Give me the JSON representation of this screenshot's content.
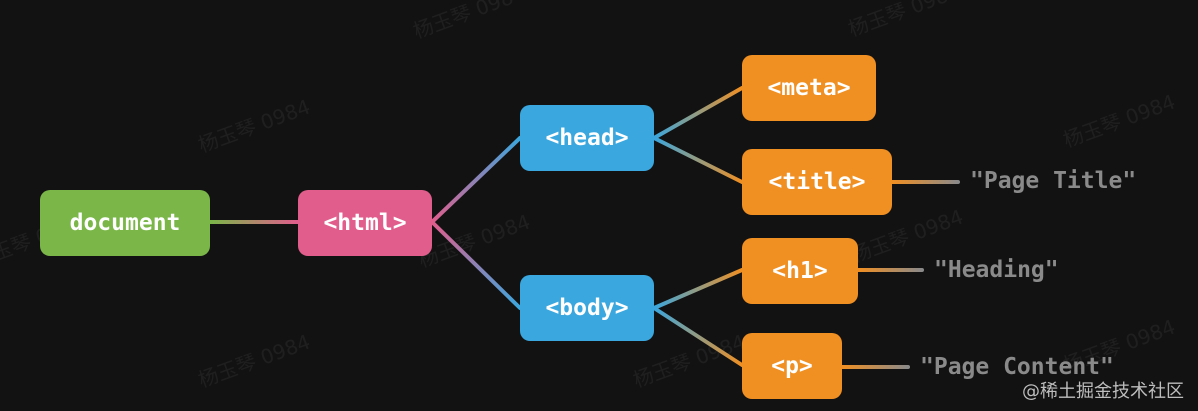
{
  "colors": {
    "background": "#121212",
    "document": "#7ab648",
    "html": "#e05d8c",
    "section": "#3aa7de",
    "leaf": "#f08f22",
    "text": "#8a8a8a"
  },
  "nodes": {
    "document": "document",
    "html": "<html>",
    "head": "<head>",
    "body": "<body>",
    "meta": "<meta>",
    "title": "<title>",
    "h1": "<h1>",
    "p": "<p>"
  },
  "text_nodes": {
    "title_text": "\"Page Title\"",
    "h1_text": "\"Heading\"",
    "p_text": "\"Page Content\""
  },
  "watermark": "杨玉琴 0984",
  "credit": "@稀土掘金技术社区"
}
